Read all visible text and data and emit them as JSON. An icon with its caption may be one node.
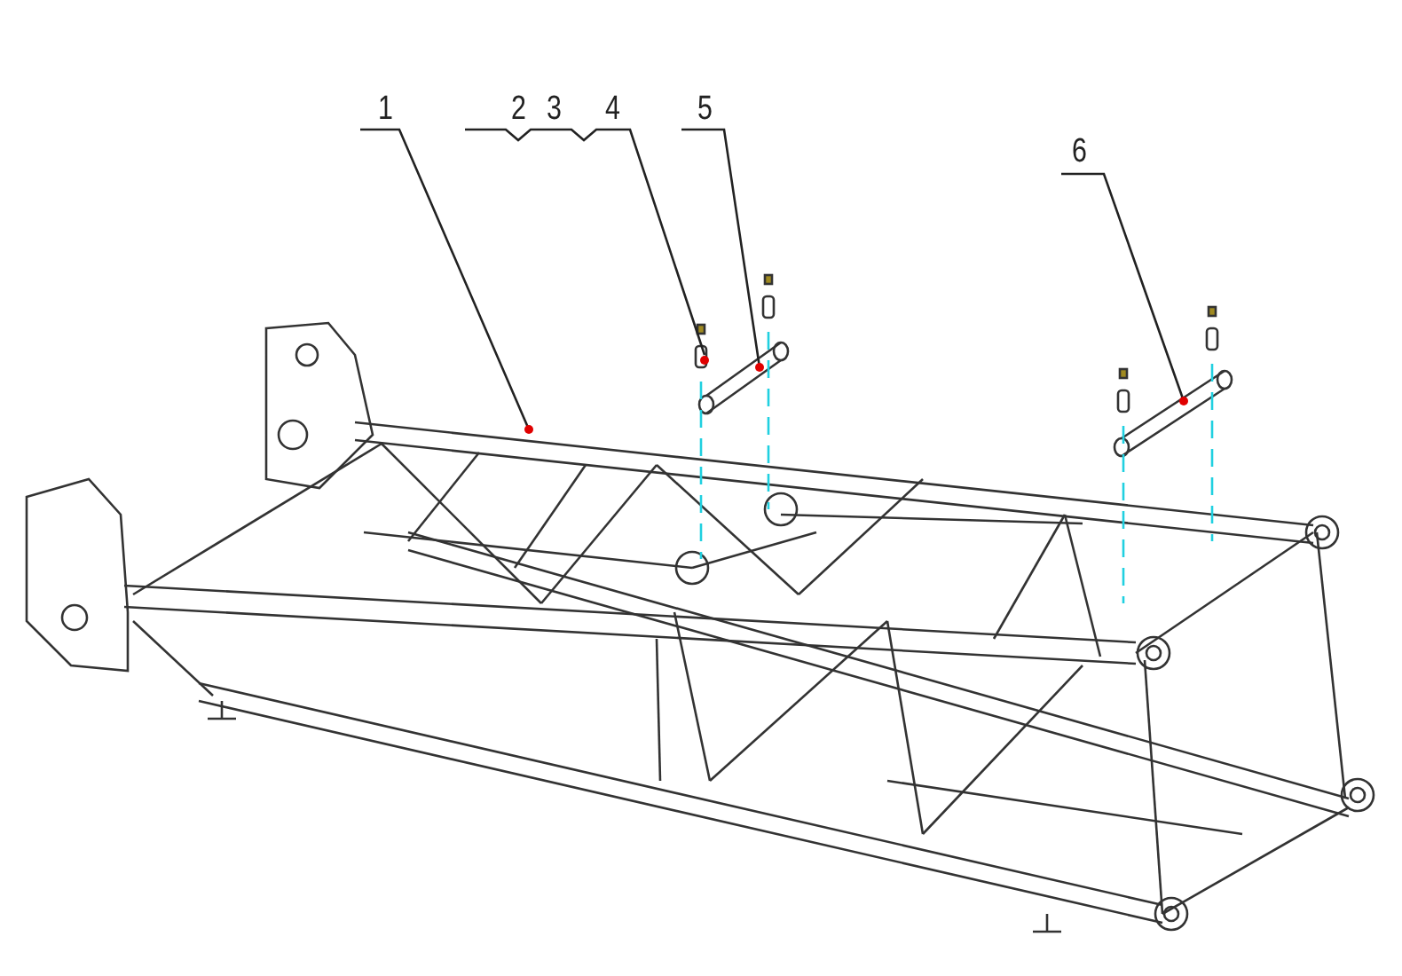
{
  "diagram": {
    "nodes": [
      {
        "text": [
          "1"
        ]
      },
      {
        "text": [
          "2"
        ]
      },
      {
        "text": [
          "3"
        ]
      },
      {
        "text": [
          "4"
        ]
      },
      {
        "text": [
          "5"
        ]
      },
      {
        "text": [
          "6"
        ]
      }
    ],
    "edges": [
      {
        "from": 0,
        "to": null,
        "arrow": "none"
      },
      {
        "from": 1,
        "to": null,
        "arrow": "none"
      },
      {
        "from": 2,
        "to": null,
        "arrow": "none"
      },
      {
        "from": 3,
        "to": null,
        "arrow": "none"
      },
      {
        "from": 4,
        "to": null,
        "arrow": "none"
      },
      {
        "from": 5,
        "to": null,
        "arrow": "none"
      }
    ]
  }
}
